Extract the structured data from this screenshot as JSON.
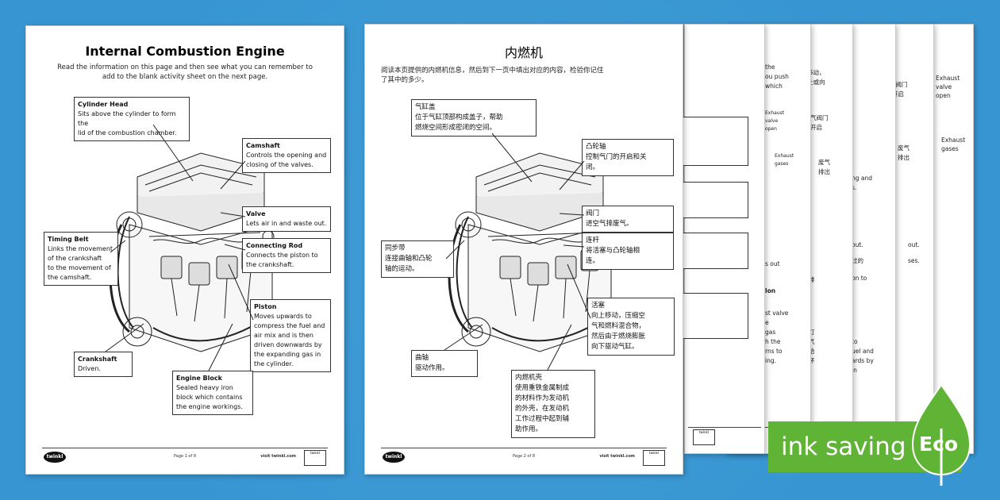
{
  "page1": {
    "title": "Internal Combustion Engine",
    "intro_line1": "Read the information on this page and then see what you can remember to",
    "intro_line2": "add to the blank activity sheet on the next page.",
    "labels": [
      {
        "key": "cylinder_head",
        "heading": "Cylinder Head",
        "lines": [
          "Sits above the cylinder to form the",
          "lid of the combustion chamber."
        ]
      },
      {
        "key": "camshaft",
        "heading": "Camshaft",
        "lines": [
          "Controls the opening and",
          "closing of the valves."
        ]
      },
      {
        "key": "valve",
        "heading": "Valve",
        "lines": [
          "Lets air in and waste out."
        ]
      },
      {
        "key": "connecting_rod",
        "heading": "Connecting Rod",
        "lines": [
          "Connects the piston to",
          "the crankshaft."
        ]
      },
      {
        "key": "timing_belt",
        "heading": "Timing Belt",
        "lines": [
          "Links the movement",
          "of the crankshaft",
          "to the movement of",
          "the camshaft."
        ]
      },
      {
        "key": "piston",
        "heading": "Piston",
        "lines": [
          "Moves upwards to",
          "compress the fuel and",
          "air mix and is then",
          "driven downwards by",
          "the expanding gas in",
          "the cylinder."
        ]
      },
      {
        "key": "crankshaft",
        "heading": "Crankshaft",
        "lines": [
          "Driven."
        ]
      },
      {
        "key": "engine_block",
        "heading": "Engine Block",
        "lines": [
          "Sealed heavy iron",
          "block which contains",
          "the engine workings."
        ]
      }
    ],
    "footer": {
      "brand": "twinkl",
      "page": "Page 1 of 8",
      "visit": "visit twinkl.com"
    }
  },
  "page2": {
    "title": "内燃机",
    "intro_line1": "阅读本页提供的内燃机信息，然后到下一页中填出对应的内容，检验你记住",
    "intro_line2": "了其中的多少。",
    "labels": [
      {
        "key": "cylinder_head",
        "lines": [
          "气缸盖",
          "位于气缸顶部构成盖子，帮助",
          "燃烧空间形成密闭的空间。"
        ]
      },
      {
        "key": "camshaft",
        "lines": [
          "凸轮轴",
          "控制气门的开启和关",
          "闭。"
        ]
      },
      {
        "key": "valve",
        "lines": [
          "阀门",
          "进空气排废气。"
        ]
      },
      {
        "key": "connecting_rod",
        "lines": [
          "连杆",
          "将活塞与凸轮轴相",
          "连。"
        ]
      },
      {
        "key": "timing_belt",
        "lines": [
          "同步带",
          "连接曲轴和凸轮",
          "轴的运动。"
        ]
      },
      {
        "key": "piston",
        "lines": [
          "活塞",
          "向上移动，压缩空",
          "气和燃料混合物，",
          "然后由于燃烧膨胀",
          "向下驱动气缸。"
        ]
      },
      {
        "key": "crankshaft",
        "lines": [
          "曲轴",
          "驱动作用。"
        ]
      },
      {
        "key": "engine_block",
        "lines": [
          "内燃机壳",
          "使用重铁金属制成",
          "的材料作为发动机",
          "的外壳，在发动机",
          "工作过程中起到辅",
          "助作用。"
        ]
      }
    ],
    "footer": {
      "brand": "twinkl",
      "page": "Page 2 of 8",
      "visit": "visit twinkl.com"
    }
  },
  "stack_fragments": {
    "p4": [
      "the",
      "ou push",
      "which",
      "",
      "Exhaust",
      "valve",
      "open",
      "Exhaust",
      "gases",
      "",
      "s out",
      "",
      "lon",
      "",
      "st valve",
      "e",
      "gas",
      "h the",
      "rns to",
      "ing."
    ],
    "p5": [
      "移动，",
      "上或向",
      "气阀门",
      "开启",
      "废气",
      "排出",
      "",
      "排",
      "",
      "灯",
      "气",
      "给",
      "环"
    ],
    "p6": [
      "ng and",
      "s.",
      "",
      "out.",
      "",
      "过的",
      "",
      "on to",
      "",
      "to",
      "uel and",
      "ards by",
      "in"
    ],
    "p7": [
      "气阀门",
      "开启",
      "",
      "废气",
      "排出",
      "",
      "Exhaust",
      "valve",
      "open",
      "Exhaust",
      "gases",
      "",
      "out.",
      "",
      "过的",
      "",
      "ses."
    ]
  },
  "banner": {
    "text": "ink saving",
    "eco": "Eco",
    "color": "#5fb335"
  }
}
